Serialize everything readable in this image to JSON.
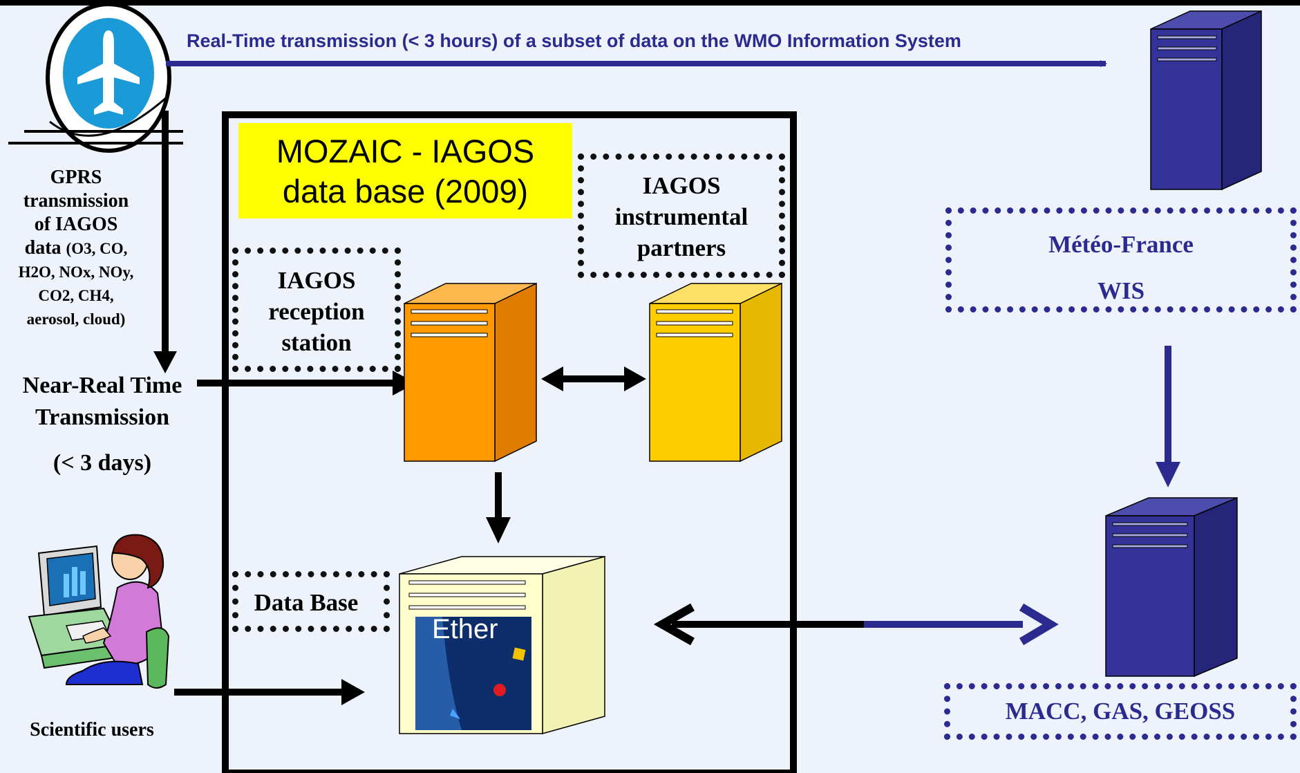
{
  "top_banner": {
    "text": "Real-Time transmission (< 3 hours) of a subset of data on the WMO Information System"
  },
  "gprs_text": {
    "line1": "GPRS",
    "line2": "transmission",
    "line3": "of IAGOS",
    "line4a": "data ",
    "line4b": "(O3, CO,",
    "line5": "H2O, NOx, NOy,",
    "line6": "CO2, CH4,",
    "line7": "aerosol, cloud)"
  },
  "nrt": {
    "line1": "Near-Real Time",
    "line2": "Transmission",
    "line3": "(< 3 days)"
  },
  "database_title": {
    "line1": "MOZAIC - IAGOS",
    "line2": "data base (2009)"
  },
  "instrumental_partners": {
    "line1": "IAGOS",
    "line2": "instrumental",
    "line3": "partners"
  },
  "reception_station": {
    "line1": "IAGOS",
    "line2": "reception",
    "line3": "station"
  },
  "data_base_label": "Data Base",
  "ether_label": "Ether",
  "scientific_users": "Scientific users",
  "meteo_france": {
    "line1": "Météo-France",
    "line2": "WIS"
  },
  "macc_label": "MACC, GAS, GEOSS",
  "colors": {
    "background": "#eef2fb",
    "navy": "#2b2b8f",
    "server_navy": "#333399",
    "orange": "#ff9900",
    "gold": "#ffcc00",
    "cream": "#ffffcc",
    "yellow_title": "#ffff00",
    "plane_blue": "#1a9ad6"
  },
  "icons": [
    "airplane-icon",
    "server-icon",
    "user-at-computer-icon",
    "ether-logo-icon"
  ]
}
